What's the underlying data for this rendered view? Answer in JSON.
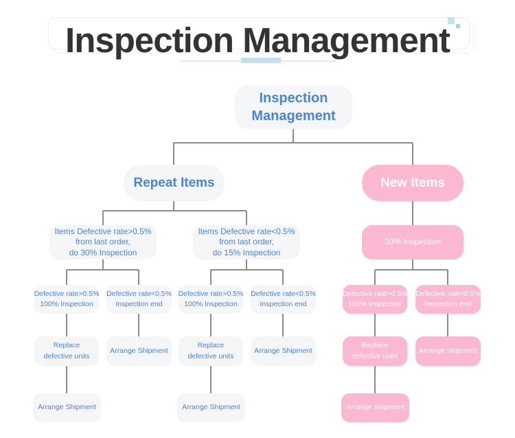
{
  "header": {
    "title": "Inspection Management"
  },
  "tree": {
    "root": "Inspection\nManagement",
    "repeat": {
      "label": "Repeat Items",
      "high": {
        "label": "Items Defective rate>0.5%\nfrom last order,\ndo 30% Inspection",
        "defect_high": "Defective rate>0.5%\n100% Inspection",
        "defect_low": "Defective rate<0.5%\nInspection end",
        "replace": "Replace\ndefective units",
        "ship": "Arrange Shipment",
        "ship_final": "Arrange Shipment"
      },
      "low": {
        "label": "Items Defective rate<0.5%\nfrom last order,\ndo 15% Inspection",
        "defect_high": "Defective rate>0.5%\n100% Inspection",
        "defect_low": "Defective rate<0.5%\nInspection end",
        "replace": "Replace\ndefective units",
        "ship": "Arrange Shipment",
        "ship_final": "Arrange Shipment"
      }
    },
    "new_items": {
      "label": "New Items",
      "inspection": "30% Inspection",
      "defect_high": "Defective rate>0.5%\n100% Inspection",
      "defect_low": "Defective rate<0.5%\nInspection end",
      "replace": "Replace\ndefective units",
      "ship": "Arrange Shipment",
      "ship_final": "Arrange Shipment"
    }
  },
  "colors": {
    "title_text": "#333333",
    "blue_text": "#4a86d8",
    "gray_node": "#f4f5f7",
    "pink_node": "#fab8d2",
    "connector_line": "#8b8b8b",
    "accent_square_big": "#c3e0f0",
    "accent_square_small": "#a6d3ea",
    "underline": "#c4deee"
  }
}
